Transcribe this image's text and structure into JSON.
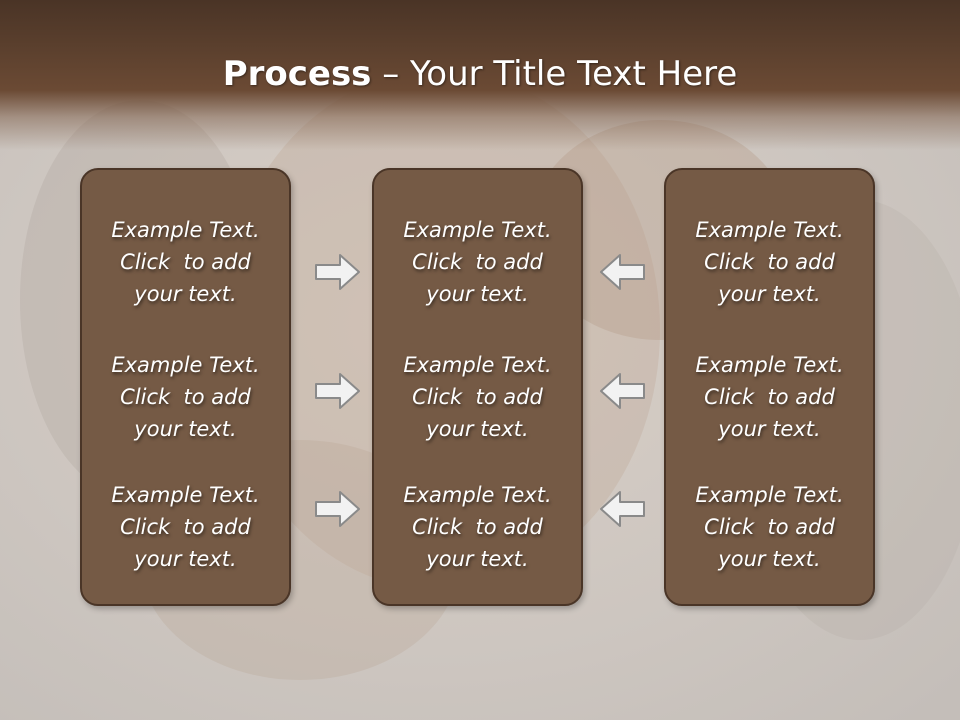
{
  "title": {
    "bold": "Process",
    "rest": " – Your Title Text Here"
  },
  "columns": [
    {
      "items": [
        {
          "line1": "Example Text.",
          "line2": "Click  to add",
          "line3": "your text."
        },
        {
          "line1": "Example Text.",
          "line2": "Click  to add",
          "line3": "your text."
        },
        {
          "line1": "Example Text.",
          "line2": "Click  to add",
          "line3": "your text."
        }
      ]
    },
    {
      "items": [
        {
          "line1": "Example Text.",
          "line2": "Click  to add",
          "line3": "your text."
        },
        {
          "line1": "Example Text.",
          "line2": "Click  to add",
          "line3": "your text."
        },
        {
          "line1": "Example Text.",
          "line2": "Click  to add",
          "line3": "your text."
        }
      ]
    },
    {
      "items": [
        {
          "line1": "Example Text.",
          "line2": "Click  to add",
          "line3": "your text."
        },
        {
          "line1": "Example Text.",
          "line2": "Click  to add",
          "line3": "your text."
        },
        {
          "line1": "Example Text.",
          "line2": "Click  to add",
          "line3": "your text."
        }
      ]
    }
  ],
  "arrows": {
    "left_group": [
      "right",
      "right",
      "right"
    ],
    "right_group": [
      "left",
      "left",
      "left"
    ]
  },
  "colors": {
    "panel_fill": "#755a45",
    "panel_border": "#4a3527",
    "title_band": "#5a3f2d",
    "arrow_fill": "#f2f2f2",
    "arrow_stroke": "#8a8a8a"
  }
}
